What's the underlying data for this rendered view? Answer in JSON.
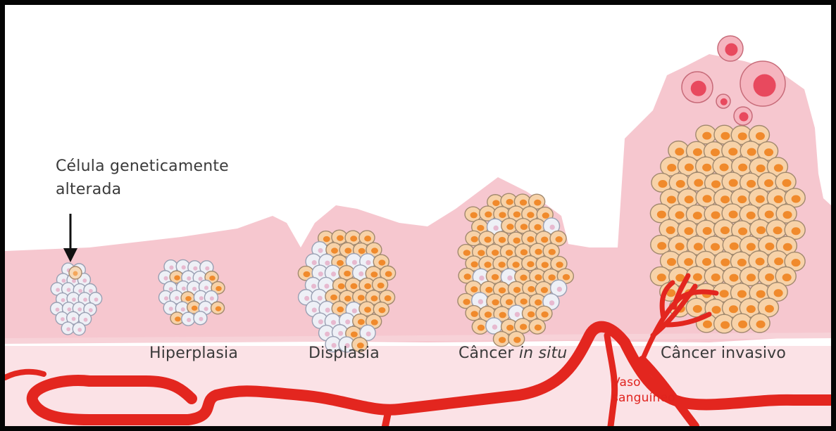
{
  "annotation": {
    "line1": "Célula geneticamente",
    "line2": "alterada"
  },
  "stages": [
    {
      "name": "Hiperplasia"
    },
    {
      "name": "Displasia"
    },
    {
      "name_prefix": "Câncer ",
      "name_italic": "in situ"
    },
    {
      "name": "Câncer invasivo"
    }
  ],
  "vessel": {
    "line1": "Vaso",
    "line2": "sanguíneo"
  },
  "colors": {
    "tissue": "#f6c7cf",
    "tissue_dark": "#efb2bd",
    "base": "#fbe2e6",
    "vessel": "#e3261f",
    "normal_cell": "#eef0f6",
    "altered_cell": "#f4b97a",
    "cancer_nucleus": "#f08a2c",
    "circulating_cell": "#e8495e"
  }
}
